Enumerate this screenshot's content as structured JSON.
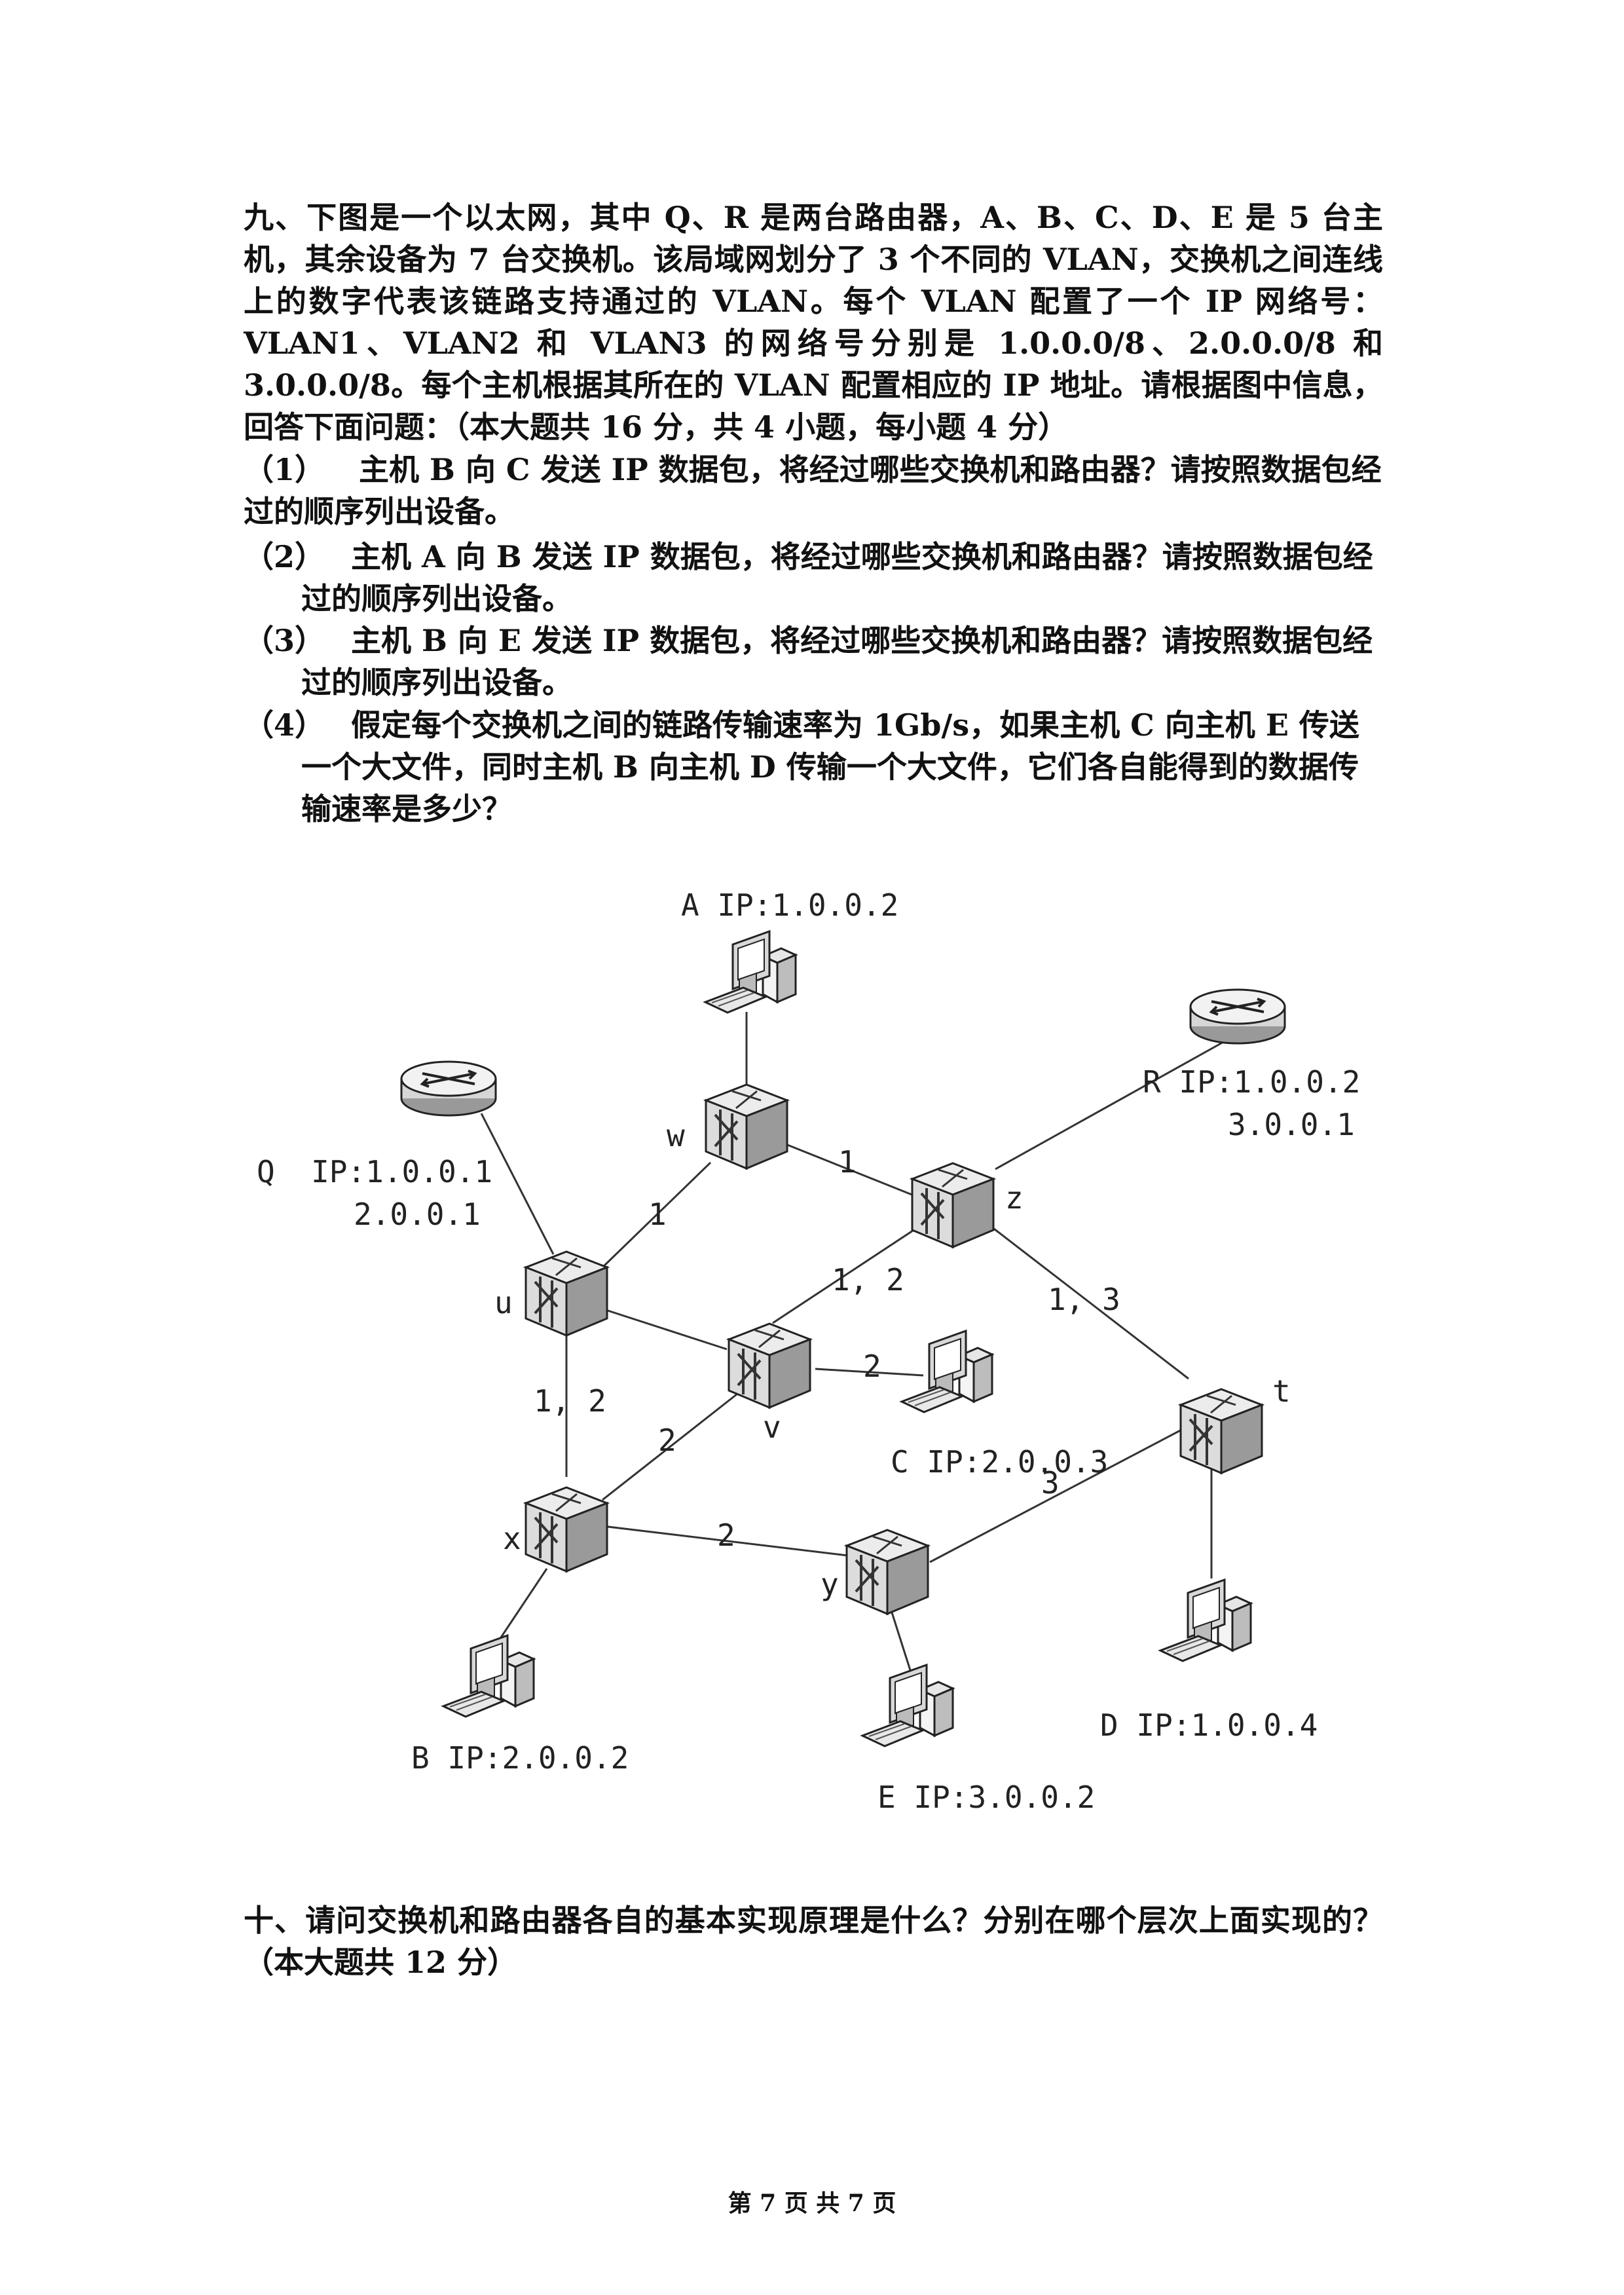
{
  "question9": {
    "intro": "九、下图是一个以太网，其中 Q、R 是两台路由器，A、B、C、D、E 是 5 台主机，其余设备为 7 台交换机。该局域网划分了 3 个不同的 VLAN，交换机之间连线上的数字代表该链路支持通过的 VLAN。每个 VLAN 配置了一个 IP 网络号：VLAN1、VLAN2 和 VLAN3 的网络号分别是 1.0.0.0/8、2.0.0.0/8 和 3.0.0.0/8。每个主机根据其所在的 VLAN 配置相应的 IP 地址。请根据图中信息，回答下面问题：（本大题共 16 分，共 4 小题，每小题 4 分）",
    "sub": [
      {
        "num": "（1）",
        "text": "主机 B 向 C 发送 IP 数据包，将经过哪些交换机和路由器？请按照数据包经过的顺序列出设备。"
      },
      {
        "num": "（2）",
        "text": "主机 A 向 B 发送 IP 数据包，将经过哪些交换机和路由器？请按照数据包经过的顺序列出设备。"
      },
      {
        "num": "（3）",
        "text": "主机 B 向 E 发送 IP 数据包，将经过哪些交换机和路由器？请按照数据包经过的顺序列出设备。"
      },
      {
        "num": "（4）",
        "text": "假定每个交换机之间的链路传输速率为 1Gb/s，如果主机 C 向主机 E 传送一个大文件，同时主机 B 向主机 D 传输一个大文件，它们各自能得到的数据传输速率是多少？"
      }
    ]
  },
  "diagram": {
    "hosts": {
      "A": "A IP:1.0.0.2",
      "B": "B IP:2.0.0.2",
      "C": "C IP:2.0.0.3",
      "D": "D IP:1.0.0.4",
      "E": "E IP:3.0.0.2"
    },
    "routers": {
      "Q_line1": "Q  IP:1.0.0.1",
      "Q_line2": "2.0.0.1",
      "R_line1": "R IP:1.0.0.2",
      "R_line2": "3.0.0.1"
    },
    "switches": {
      "w": "w",
      "z": "z",
      "u": "u",
      "v": "v",
      "t": "t",
      "x": "x",
      "y": "y"
    },
    "links": {
      "w_z": "1",
      "u_w": "1",
      "v_z": "1, 2",
      "z_t": "1, 3",
      "u_x": "1, 2",
      "v_C": "2",
      "x_v": "2",
      "x_y": "2",
      "y_t": "3"
    }
  },
  "question10": {
    "text": "十、请问交换机和路由器各自的基本实现原理是什么？分别在哪个层次上面实现的？（本大题共 12 分）"
  },
  "footer": "第 7 页 共 7 页"
}
